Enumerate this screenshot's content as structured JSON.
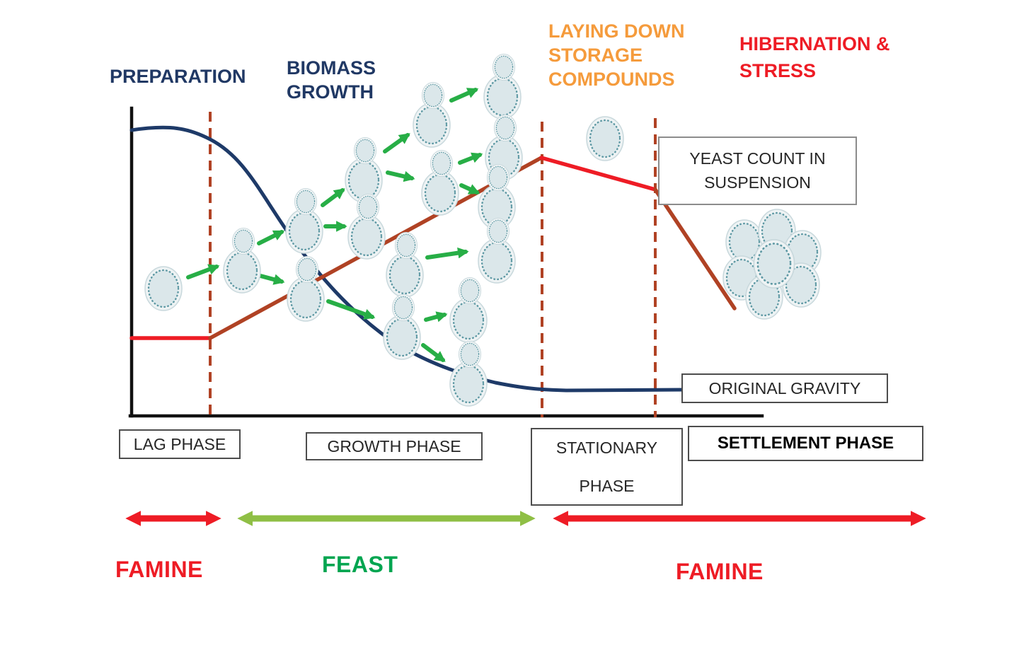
{
  "headings": {
    "preparation": "PREPARATION",
    "biomass_growth": "BIOMASS GROWTH",
    "laying_down_storage": "LAYING DOWN STORAGE COMPOUNDS",
    "hibernation_stress": "HIBERNATION & STRESS"
  },
  "annotations": {
    "yeast_count": "YEAST COUNT IN SUSPENSION",
    "original_gravity": "ORIGINAL GRAVITY"
  },
  "phases": {
    "lag": "LAG PHASE",
    "growth": "GROWTH PHASE",
    "stationary": "STATIONARY PHASE",
    "settlement": "SETTLEMENT PHASE"
  },
  "timeline": {
    "famine_left": "FAMINE",
    "feast": "FEAST",
    "famine_right": "FAMINE"
  },
  "colors": {
    "navy_heading": "#203864",
    "orange_heading": "#f59b3c",
    "red_heading": "#ee1c25",
    "navy_curve": "#1e3a68",
    "red_line": "#ee1c25",
    "brown_line": "#b04224",
    "phase_divider": "#b04224",
    "green_arrow": "#27ae46",
    "feast_bar_green": "#8fbf45",
    "feast_text_green": "#00a550"
  },
  "icons": {
    "yeast_cell": "yeast-cell-icon",
    "budding_cell": "budding-yeast-cell-icon",
    "floc_cluster": "flocculated-yeast-cluster-icon",
    "green_arrow": "budding-direction-arrow-icon",
    "famine_arrow": "famine-span-arrow-icon",
    "feast_arrow": "feast-span-arrow-icon"
  }
}
